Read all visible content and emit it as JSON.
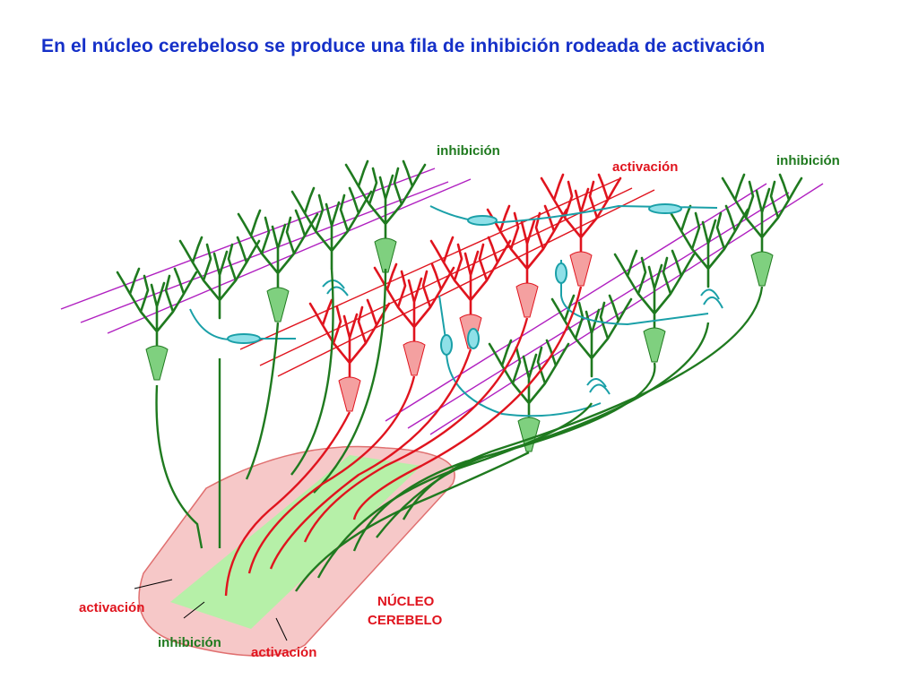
{
  "title": "En el núcleo cerebeloso se produce una fila de inhibición rodeada de activación",
  "labels": {
    "top_left_inhibition": "inhibición",
    "top_mid_activation": "activación",
    "top_right_inhibition": "inhibición",
    "bottom_activation_left": "activación",
    "bottom_inhibition": "inhibición",
    "bottom_activation_right": "activación",
    "nucleus_line1": "NÚCLEO",
    "nucleus_line2": "CEREBELO"
  },
  "colors": {
    "inhibition": "#1f7a1f",
    "activation": "#e0141e",
    "parallel_fibers": "#b020c0",
    "interneurons": "#1aa0a8",
    "nucleus_fill": "#f6c8c8",
    "inhibition_band": "#b6f0a8",
    "title": "#1530c8"
  }
}
